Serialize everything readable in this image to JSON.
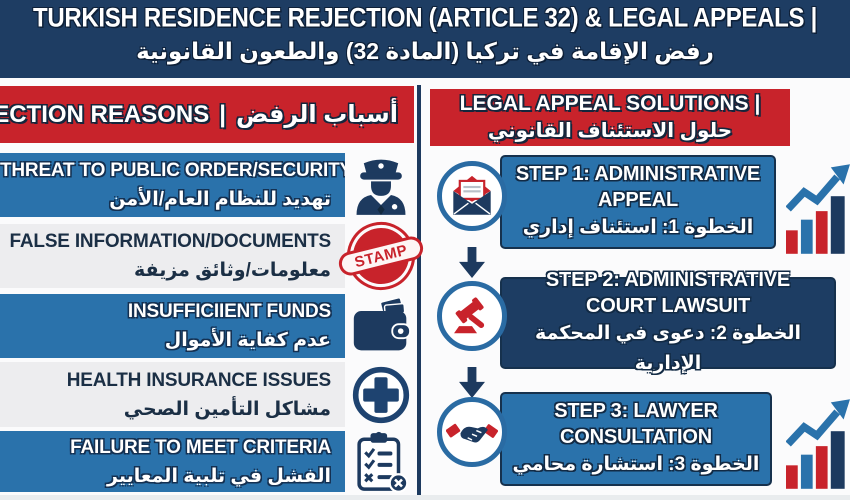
{
  "header": {
    "title_en": "TURKISH RESIDENCE REJECTION (ARTICLE 32) & LEGAL APPEALS |",
    "title_ar": "رفض الإقامة في تركيا (المادة 32) والطعون القانونية"
  },
  "rejection": {
    "header_en": "REJECTION REASONS",
    "header_sep": "|",
    "header_ar": "أسباب الرفض",
    "items": [
      {
        "en": "THREAT TO PUBLIC ORDER/SECURITY",
        "ar": "تهديد للنظام العام/الأمن",
        "icon": "police-officer-icon",
        "style": "blue"
      },
      {
        "en": "FALSE INFORMATION/DOCUMENTS",
        "ar": "معلومات/وثائق مزيفة",
        "icon": "stamp-icon",
        "style": "gray"
      },
      {
        "en": "INSUFFICIIENT FUNDS",
        "ar": "عدم كفاية الأموال",
        "icon": "wallet-icon",
        "style": "blue"
      },
      {
        "en": "HEALTH INSURANCE ISSUES",
        "ar": "مشاكل التأمين الصحي",
        "icon": "medical-cross-icon",
        "style": "gray"
      },
      {
        "en": "FAILURE TO MEET CRITERIA",
        "ar": "الفشل في تلبية المعايير",
        "icon": "checklist-x-icon",
        "style": "blue"
      }
    ]
  },
  "appeals": {
    "header_en": "LEGAL APPEAL SOLUTIONS |",
    "header_ar": "حلول الاستئناف القانوني",
    "steps": [
      {
        "en1": "STEP 1: ADMINISTRATIVE",
        "en2": "APPEAL",
        "ar": "الخطوة 1: استئناف إداري",
        "icon": "envelope-icon",
        "style": "blue"
      },
      {
        "en1": "STEP 2: ADMINISTRATIVE",
        "en2": "COURT LAWSUIT",
        "ar": "الخطوة 2: دعوى في المحكمة الإدارية",
        "icon": "gavel-icon",
        "style": "navy"
      },
      {
        "en1": "STEP 3: LAWYER",
        "en2": "CONSULTATION",
        "ar": "الخطوة 3: استشارة محامي",
        "icon": "handshake-icon",
        "style": "blue"
      }
    ]
  },
  "stamp_label": "STAMP",
  "colors": {
    "header_navy": "#1e3d63",
    "banner_red": "#c8232b",
    "banner_blue": "#2a72ab",
    "banner_dark_navy": "#1d3d63",
    "band_light_gray": "#ededef",
    "icon_navy": "#1d3a5f",
    "circle_border_blue": "#2a6ba3",
    "background": "#fbfbfc"
  }
}
